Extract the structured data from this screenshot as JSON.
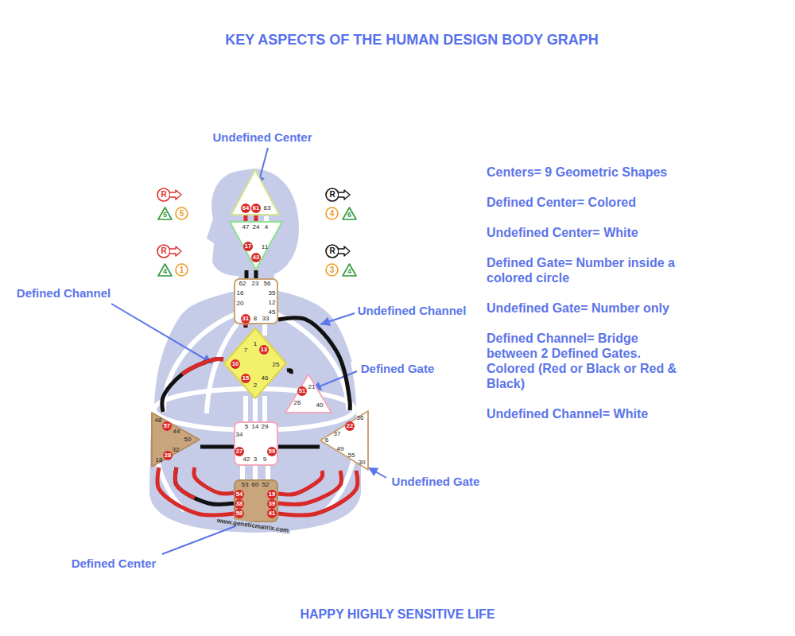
{
  "diagram": {
    "title": "KEY ASPECTS OF THE HUMAN DESIGN BODY GRAPH",
    "caption": "HAPPY HIGHLY SENSITIVE LIFE",
    "nodes": [
      {
        "text": [
          "63"
        ]
      },
      {
        "text": [
          "64"
        ],
        "in": 0
      },
      {
        "text": [
          "61"
        ],
        "in": 0
      },
      {
        "text": [
          "R"
        ]
      },
      {
        "text": [
          "5"
        ]
      },
      {
        "text": [
          "5"
        ]
      },
      {
        "text": [
          "R"
        ]
      },
      {
        "text": [
          "4"
        ]
      },
      {
        "text": [
          "6"
        ]
      },
      {
        "text": [
          "47",
          "24",
          "4",
          "11"
        ]
      },
      {
        "text": [
          "17"
        ],
        "in": 9
      },
      {
        "text": [
          "43"
        ],
        "in": 9
      },
      {
        "text": [
          "R"
        ]
      },
      {
        "text": [
          "4"
        ]
      },
      {
        "text": [
          "1"
        ]
      },
      {
        "text": [
          "R"
        ]
      },
      {
        "text": [
          "3"
        ]
      },
      {
        "text": [
          "4"
        ]
      },
      {
        "text": [
          "62",
          "23",
          "56",
          "16",
          "35",
          "20",
          "12",
          "45",
          "8",
          "33"
        ]
      },
      {
        "text": [
          "31"
        ],
        "in": 18
      },
      {
        "text": [
          "1",
          "7",
          "25",
          "46",
          "2"
        ]
      },
      {
        "text": [
          "13"
        ],
        "in": 20
      },
      {
        "text": [
          "10"
        ],
        "in": 20
      },
      {
        "text": [
          "15"
        ],
        "in": 20
      },
      {
        "text": [
          "21",
          "26",
          "40"
        ]
      },
      {
        "text": [
          "51"
        ],
        "in": 24
      },
      {
        "text": [
          "48",
          "44",
          "50",
          "32",
          "18"
        ]
      },
      {
        "text": [
          "57"
        ],
        "in": 26
      },
      {
        "text": [
          "28"
        ],
        "in": 26
      },
      {
        "text": [
          "5",
          "14",
          "29",
          "34",
          "42",
          "3",
          "9"
        ]
      },
      {
        "text": [
          "27"
        ],
        "in": 29
      },
      {
        "text": [
          "59"
        ],
        "in": 29
      },
      {
        "text": [
          "36",
          "37",
          "6",
          "49",
          "55",
          "30"
        ]
      },
      {
        "text": [
          "22"
        ],
        "in": 32
      },
      {
        "text": [
          "53",
          "60",
          "52"
        ]
      },
      {
        "text": [
          "54"
        ],
        "in": 34
      },
      {
        "text": [
          "38"
        ],
        "in": 34
      },
      {
        "text": [
          "58"
        ],
        "in": 34
      },
      {
        "text": [
          "19"
        ],
        "in": 34
      },
      {
        "text": [
          "39"
        ],
        "in": 34
      },
      {
        "text": [
          "41"
        ],
        "in": 34
      }
    ],
    "edges": [
      {
        "from": 0,
        "to": 9,
        "arrow": "none"
      },
      {
        "from": 0,
        "to": 9,
        "arrow": "none"
      },
      {
        "from": 9,
        "to": 18,
        "arrow": "none"
      },
      {
        "from": 9,
        "to": 18,
        "arrow": "none"
      },
      {
        "from": 18,
        "to": 20,
        "arrow": "none"
      },
      {
        "from": 20,
        "to": 26,
        "arrow": "none"
      },
      {
        "from": 24,
        "to": 20,
        "arrow": "none"
      },
      {
        "from": 29,
        "to": 26,
        "arrow": "none"
      },
      {
        "from": 29,
        "to": 32,
        "arrow": "none"
      },
      {
        "from": 32,
        "to": 18,
        "arrow": "none"
      },
      {
        "from": 26,
        "to": 34,
        "arrow": "none"
      },
      {
        "from": 26,
        "to": 34,
        "arrow": "none"
      },
      {
        "from": 26,
        "to": 34,
        "arrow": "none"
      },
      {
        "from": 32,
        "to": 34,
        "arrow": "none"
      },
      {
        "from": 32,
        "to": 34,
        "arrow": "none"
      },
      {
        "from": 32,
        "to": 34,
        "arrow": "none"
      }
    ],
    "labels": [
      "Undefined Center",
      "Centers= 9 Geometric Shapes",
      "Defined Center= Colored",
      "Undefined Center= White",
      "Defined Gate= Number inside a colored circle",
      "Defined Channel",
      "Undefined Gate= Number only",
      "Undefined Channel",
      "Defined Channel= Bridge between 2 Defined Gates. Colored (Red or Black or Red & Black)",
      "Defined Gate",
      "Undefined Channel= White",
      "Undefined Gate",
      "www.geneticmatrix.com",
      "Defined Center"
    ]
  }
}
